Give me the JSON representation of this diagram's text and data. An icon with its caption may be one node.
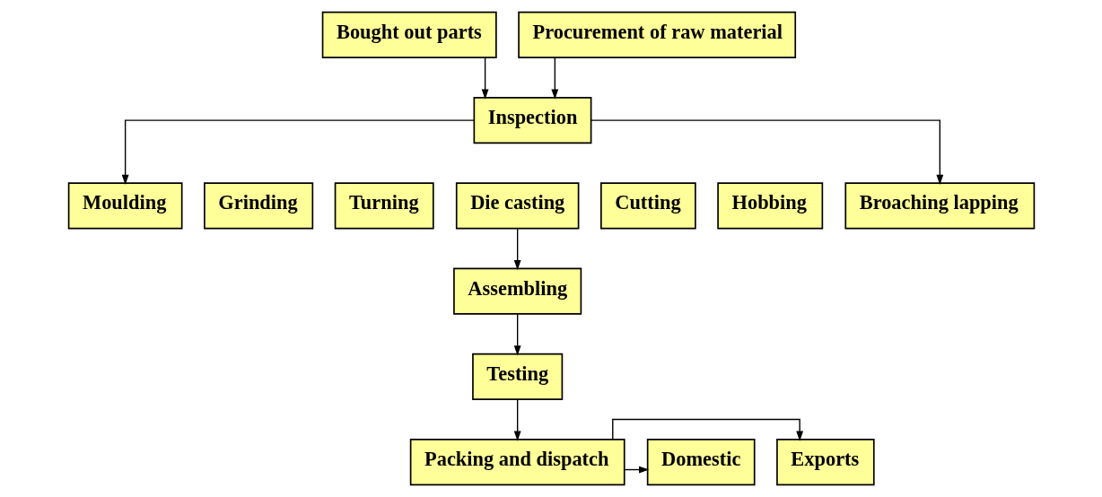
{
  "diagram": {
    "nodes": [
      {
        "text": [
          "Bought out parts"
        ]
      },
      {
        "text": [
          "Procurement of raw material"
        ]
      },
      {
        "text": [
          "Inspection"
        ]
      },
      {
        "text": [
          "Moulding"
        ]
      },
      {
        "text": [
          "Grinding"
        ]
      },
      {
        "text": [
          "Turning"
        ]
      },
      {
        "text": [
          "Die casting"
        ]
      },
      {
        "text": [
          "Cutting"
        ]
      },
      {
        "text": [
          "Hobbing"
        ]
      },
      {
        "text": [
          "Broaching lapping"
        ]
      },
      {
        "text": [
          "Assembling"
        ]
      },
      {
        "text": [
          "Testing"
        ]
      },
      {
        "text": [
          "Packing and dispatch"
        ]
      },
      {
        "text": [
          "Domestic"
        ]
      },
      {
        "text": [
          "Exports"
        ]
      }
    ],
    "edges": [
      {
        "from": 0,
        "to": 2,
        "arrow": "to"
      },
      {
        "from": 1,
        "to": 2,
        "arrow": "to"
      },
      {
        "from": 2,
        "to": 3,
        "arrow": "to"
      },
      {
        "from": 2,
        "to": 9,
        "arrow": "to"
      },
      {
        "from": 6,
        "to": 10,
        "arrow": "to"
      },
      {
        "from": 10,
        "to": 11,
        "arrow": "to"
      },
      {
        "from": 11,
        "to": 12,
        "arrow": "to"
      },
      {
        "from": 12,
        "to": 13,
        "arrow": "to"
      },
      {
        "from": 12,
        "to": 14,
        "arrow": "to"
      }
    ]
  }
}
